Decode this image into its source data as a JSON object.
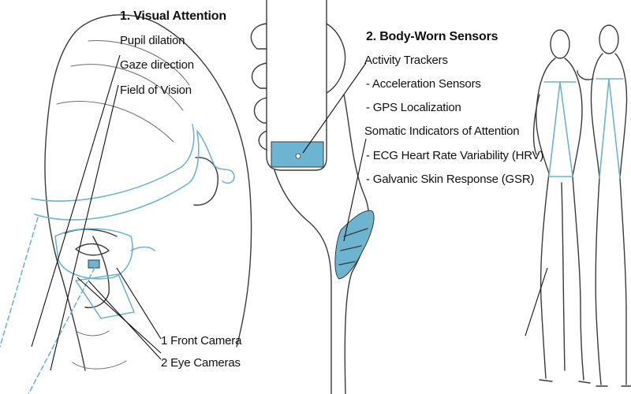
{
  "visual_attention": {
    "heading": "1. Visual Attention",
    "items": [
      "Pupil dilation",
      "Gaze direction",
      "Field of Vision"
    ]
  },
  "body_worn_sensors": {
    "heading": "2. Body-Worn Sensors",
    "group1": "Activity Trackers",
    "group1_items": [
      "- Acceleration Sensors",
      "- GPS Localization"
    ],
    "group2": "Somatic Indicators of Attention",
    "group2_items": [
      "- ECG Heart Rate Variability (HRV)",
      "- Galvanic Skin Response (GSR)"
    ]
  },
  "cameras": {
    "front": "1 Front Camera",
    "eyes": "2 Eye Cameras"
  },
  "colors": {
    "accent": "#6cb4cf",
    "sketch": "#3a3a3a",
    "text": "#111111"
  }
}
